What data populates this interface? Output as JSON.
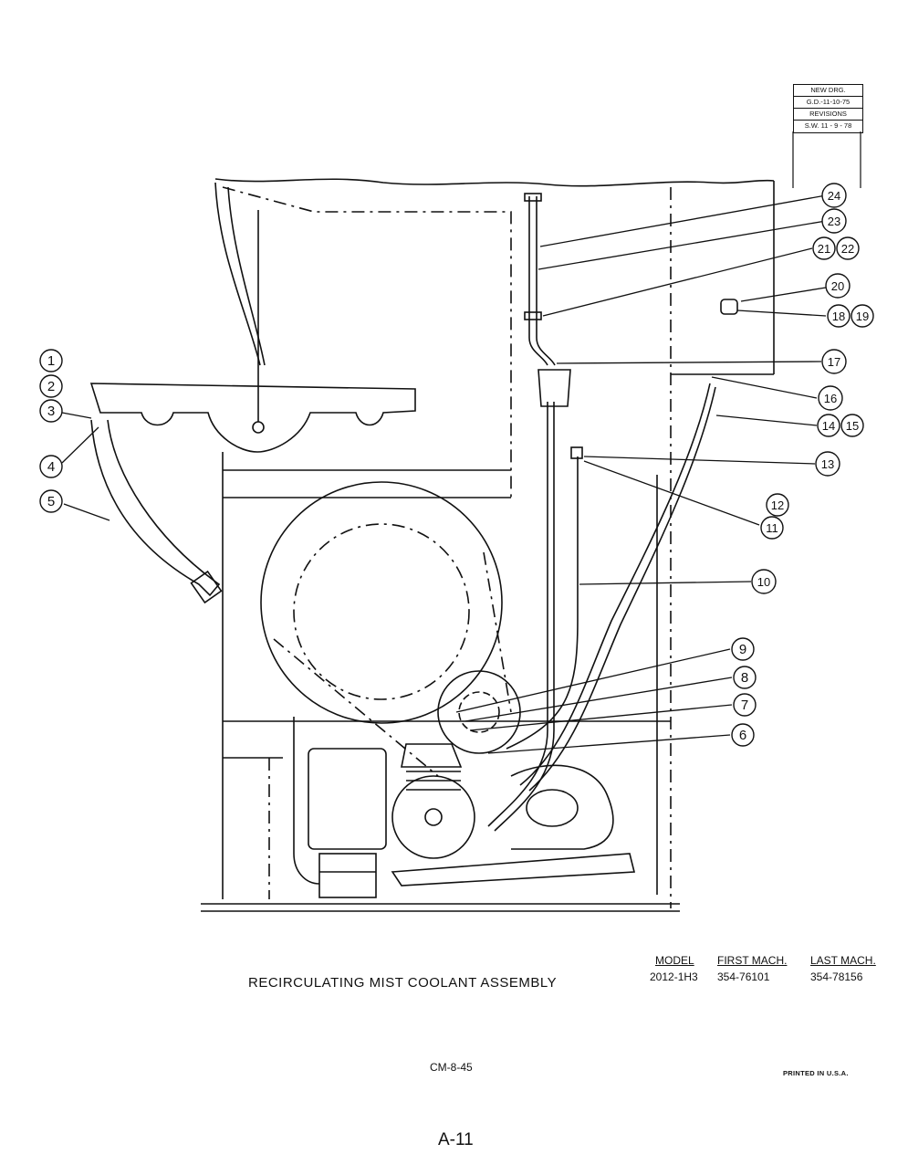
{
  "revision_block": {
    "line1": "NEW DRG.",
    "line2": "G.D.-11-10-75",
    "line3": "REVISIONS",
    "line4": "S.W. 11 - 9 - 78"
  },
  "callouts": [
    "1",
    "2",
    "3",
    "4",
    "5",
    "6",
    "7",
    "8",
    "9",
    "10",
    "11",
    "12",
    "13",
    "14",
    "15",
    "16",
    "17",
    "18",
    "19",
    "20",
    "21",
    "22",
    "23",
    "24"
  ],
  "title": "RECIRCULATING MIST COOLANT ASSEMBLY",
  "model_table": {
    "headers": [
      "MODEL",
      "FIRST MACH.",
      "LAST MACH."
    ],
    "row": [
      "2012-1H3",
      "354-76101",
      "354-78156"
    ]
  },
  "drawing_number": "CM-8-45",
  "printed_note": "PRINTED IN U.S.A.",
  "page_number": "A-11"
}
